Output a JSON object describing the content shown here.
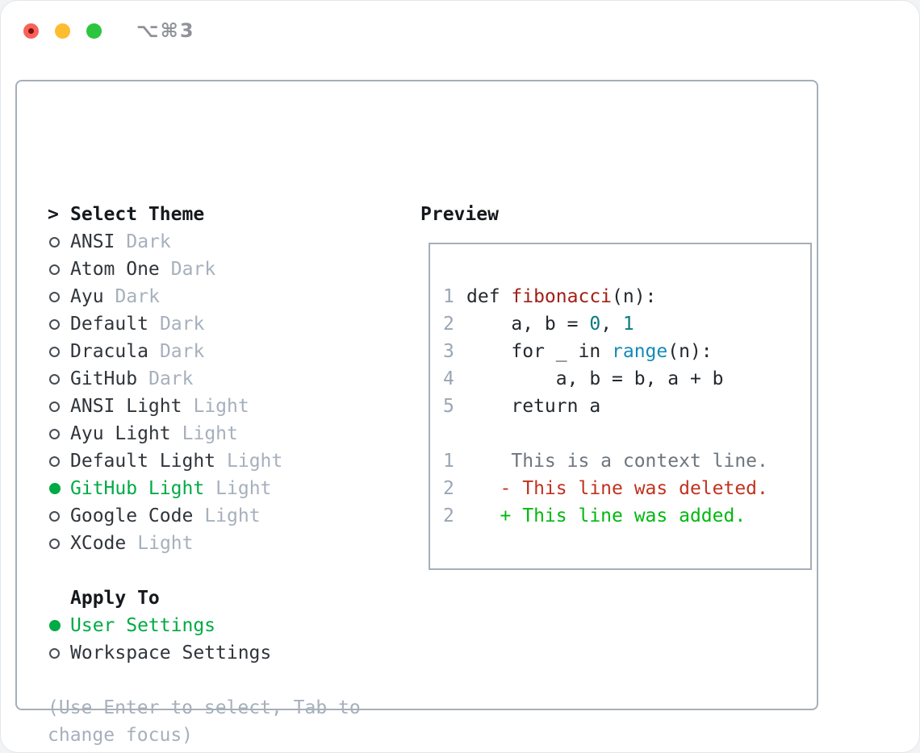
{
  "window": {
    "title": "⌥⌘3"
  },
  "colors": {
    "selection_green": "#00aa45",
    "added_green": "#00b90f",
    "deleted_red": "#c0321f",
    "function_red": "#a02018",
    "number_teal": "#0b7b7e",
    "builtin_blue": "#148ab8",
    "muted_gray": "#a6b0bc",
    "border_gray": "#a6aeb8"
  },
  "theme_selector": {
    "prompt": ">",
    "title": "Select Theme",
    "themes": [
      {
        "name": "ANSI",
        "variant": "Dark",
        "selected": false
      },
      {
        "name": "Atom One",
        "variant": "Dark",
        "selected": false
      },
      {
        "name": "Ayu",
        "variant": "Dark",
        "selected": false
      },
      {
        "name": "Default",
        "variant": "Dark",
        "selected": false
      },
      {
        "name": "Dracula",
        "variant": "Dark",
        "selected": false
      },
      {
        "name": "GitHub",
        "variant": "Dark",
        "selected": false
      },
      {
        "name": "ANSI Light",
        "variant": "Light",
        "selected": false
      },
      {
        "name": "Ayu Light",
        "variant": "Light",
        "selected": false
      },
      {
        "name": "Default Light",
        "variant": "Light",
        "selected": false
      },
      {
        "name": "GitHub Light",
        "variant": "Light",
        "selected": true
      },
      {
        "name": "Google Code",
        "variant": "Light",
        "selected": false
      },
      {
        "name": "XCode",
        "variant": "Light",
        "selected": false
      }
    ],
    "apply_to": {
      "title": "Apply To",
      "options": [
        {
          "label": "User Settings",
          "selected": true
        },
        {
          "label": "Workspace Settings",
          "selected": false
        }
      ]
    },
    "hint_lines": [
      "(Use Enter to select, Tab to",
      "change focus)"
    ]
  },
  "preview": {
    "title": "Preview",
    "lines": [
      {
        "number": "1",
        "segments": [
          {
            "text": "def ",
            "style": "code"
          },
          {
            "text": "fibonacci",
            "style": "function"
          },
          {
            "text": "(n):",
            "style": "code"
          }
        ]
      },
      {
        "number": "2",
        "segments": [
          {
            "text": "    a, b = ",
            "style": "code"
          },
          {
            "text": "0",
            "style": "number"
          },
          {
            "text": ", ",
            "style": "code"
          },
          {
            "text": "1",
            "style": "number"
          }
        ]
      },
      {
        "number": "3",
        "segments": [
          {
            "text": "    for _ in ",
            "style": "code"
          },
          {
            "text": "range",
            "style": "builtin"
          },
          {
            "text": "(n):",
            "style": "code"
          }
        ]
      },
      {
        "number": "4",
        "segments": [
          {
            "text": "        a, b = b, a + b",
            "style": "code"
          }
        ]
      },
      {
        "number": "5",
        "segments": [
          {
            "text": "    return a",
            "style": "code"
          }
        ]
      },
      {
        "number": "",
        "segments": []
      },
      {
        "number": "1",
        "segments": [
          {
            "text": "    This is a context line.",
            "style": "context"
          }
        ]
      },
      {
        "number": "2",
        "segments": [
          {
            "text": "   - This line was deleted.",
            "style": "deleted"
          }
        ]
      },
      {
        "number": "2",
        "segments": [
          {
            "text": "   + This line was added.",
            "style": "added"
          }
        ]
      }
    ]
  }
}
